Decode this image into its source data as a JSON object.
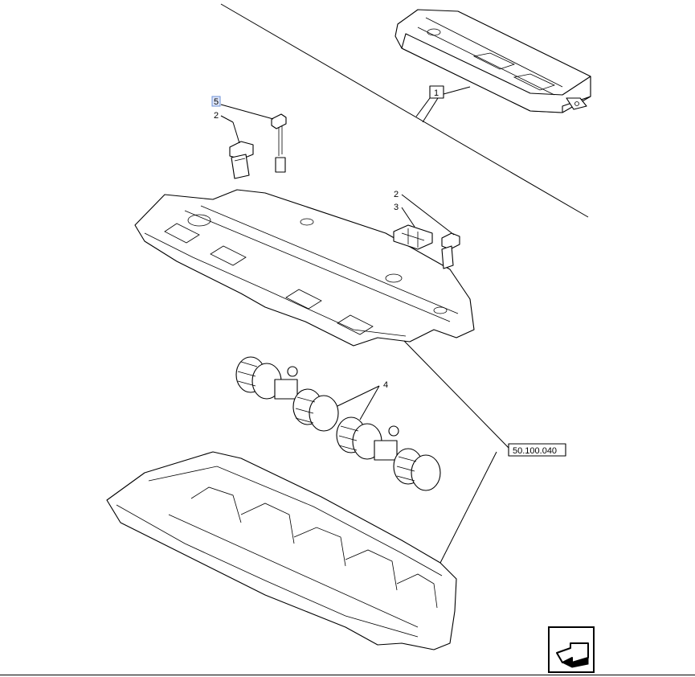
{
  "callouts": {
    "c1": "1",
    "c2a": "2",
    "c2b": "2",
    "c3": "3",
    "c4": "4",
    "c5": "5",
    "ref": "50.100.040"
  },
  "colors": {
    "highlight": "#6b8fd6",
    "ink": "#000000"
  },
  "icons": {
    "nav": "arrow-next-page-icon"
  }
}
